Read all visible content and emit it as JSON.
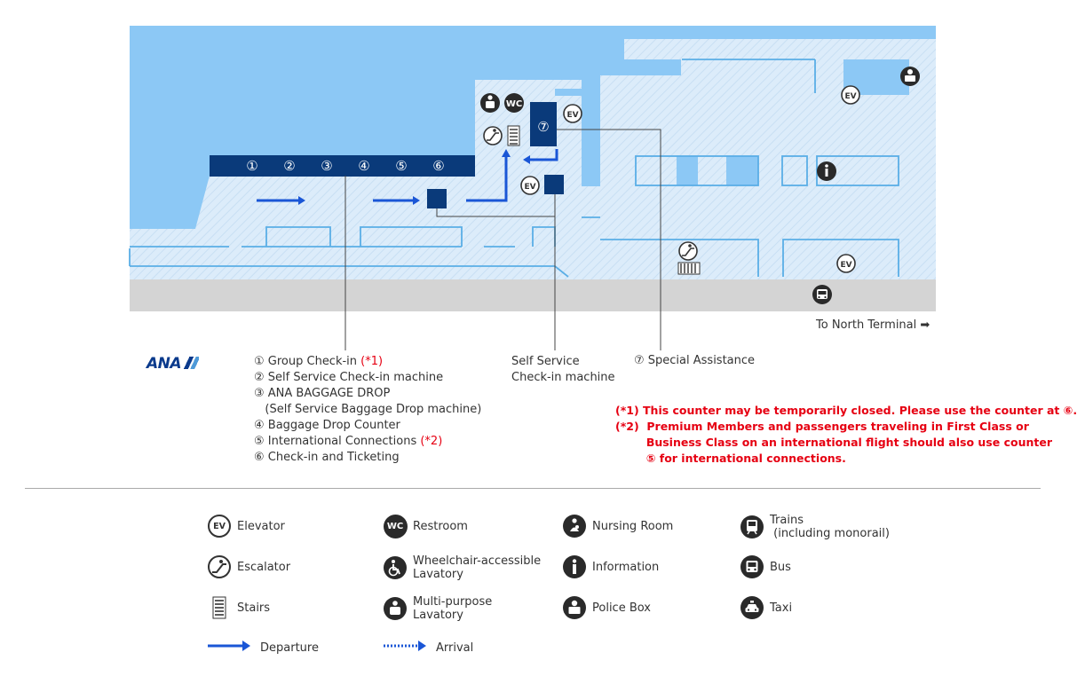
{
  "map": {
    "counters": [
      "①",
      "②",
      "③",
      "④",
      "⑤",
      "⑥"
    ],
    "counter7": "⑦",
    "ev_label": "EV",
    "wc_label": "WC",
    "north_terminal": "To North Terminal ➡",
    "callout_self_service": [
      "Self Service",
      "Check-in machine"
    ],
    "callout_special": "⑦ Special Assistance"
  },
  "brand": {
    "logo_text": "ANA"
  },
  "counter_list": [
    {
      "text": "① Group Check-in ",
      "note": "(*1)"
    },
    {
      "text": "② Self Service Check-in machine",
      "note": ""
    },
    {
      "text": "③ ANA BAGGAGE DROP",
      "note": ""
    },
    {
      "text": "   (Self Service Baggage Drop machine)",
      "note": ""
    },
    {
      "text": "④ Baggage Drop Counter",
      "note": ""
    },
    {
      "text": "⑤ International Connections ",
      "note": "(*2)"
    },
    {
      "text": "⑥ Check-in and Ticketing",
      "note": ""
    }
  ],
  "notes": [
    "(*1) This counter may be temporarily closed. Please use the counter at ⑥.",
    "(*2)  Premium Members and passengers traveling in First Class or",
    "        Business Class on an international flight should also use counter",
    "        ⑤ for international connections."
  ],
  "legend": {
    "elevator": "Elevator",
    "escalator": "Escalator",
    "stairs": "Stairs",
    "departure": "Departure",
    "restroom": "Restroom",
    "wheelchair": [
      "Wheelchair-accessible",
      "Lavatory"
    ],
    "multipurpose": [
      "Multi-purpose",
      "Lavatory"
    ],
    "arrival": "Arrival",
    "nursing": "Nursing Room",
    "information": "Information",
    "police": "Police Box",
    "trains": [
      "Trains",
      " (including monorail)"
    ],
    "bus": "Bus",
    "taxi": "Taxi"
  },
  "colors": {
    "sky": "#8cc8f5",
    "floor": "#dcecfa",
    "floor_line": "#c9e0f4",
    "wall": "#5aaee6",
    "counter": "#0a3a7a",
    "route": "#1a56d6",
    "road": "#d4d4d4",
    "note_red": "#e60012"
  }
}
